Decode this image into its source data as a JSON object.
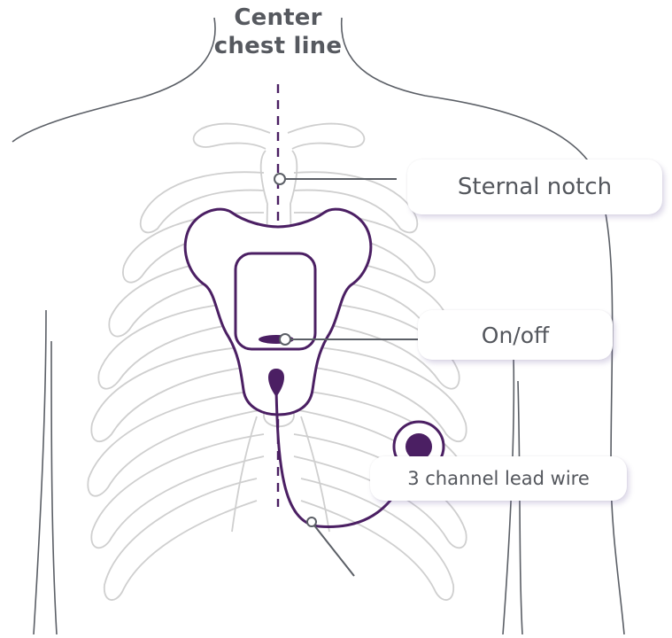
{
  "labels": {
    "center_line_1": "Center",
    "center_line_2": "chest line",
    "sternal_notch": "Sternal notch",
    "on_off": "On/off",
    "lead_wire": "3 channel lead wire"
  },
  "colors": {
    "device": "#4b1f63",
    "outline": "#5b5f66",
    "ribs": "#cfcfcf",
    "text": "#54575d"
  }
}
